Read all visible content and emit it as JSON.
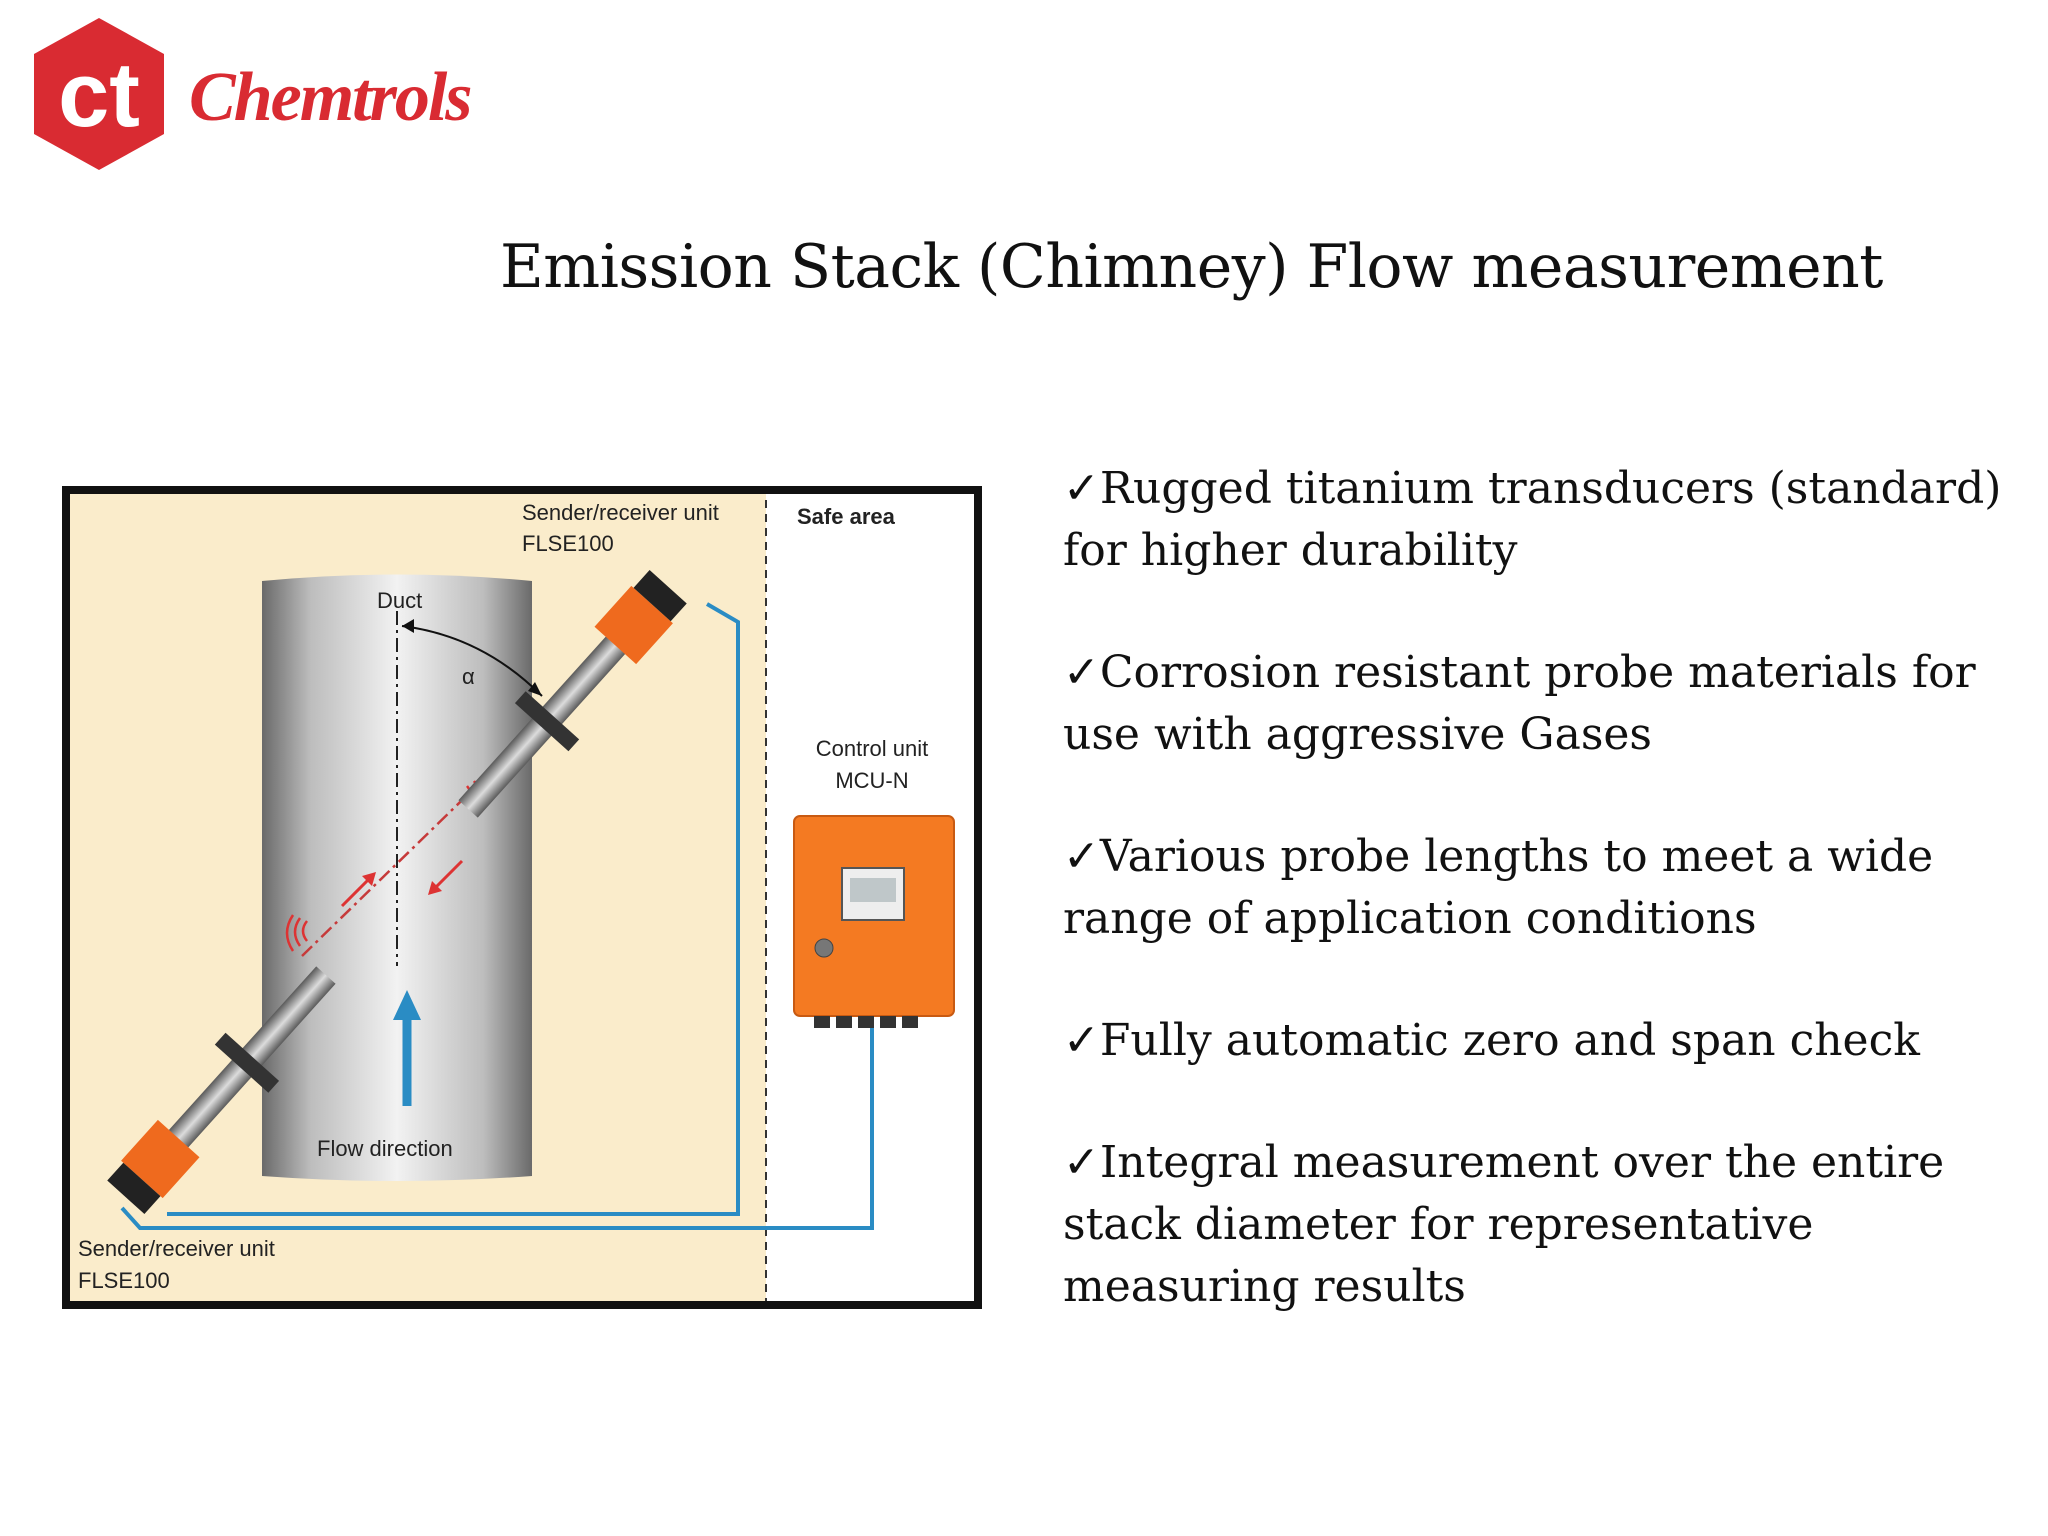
{
  "brand": {
    "name": "Chemtrols",
    "logo_glyph": "ct",
    "color": "#d92b32"
  },
  "slide": {
    "title": "Emission Stack (Chimney) Flow measurement"
  },
  "diagram": {
    "sender_top": [
      "Sender/receiver unit",
      "FLSE100"
    ],
    "safe_area": "Safe area",
    "duct": "Duct",
    "alpha": "α",
    "control_unit": [
      "Control unit",
      "MCU-N"
    ],
    "flow_direction": "Flow direction",
    "sender_bottom": [
      "Sender/receiver unit",
      "FLSE100"
    ],
    "colors": {
      "hazard_area": "#faeccb",
      "cable": "#2a8cc4",
      "probe_head": "#ef6a1e",
      "control_unit": "#f47a22",
      "border": "#111111"
    }
  },
  "features": [
    {
      "check": "✓",
      "text": "Rugged titanium transducers (standard) for higher durability"
    },
    {
      "check": "✓",
      "text": "Corrosion resistant probe materials for use with aggressive Gases"
    },
    {
      "check": "✓",
      "text": "Various probe lengths to meet a wide range of application conditions"
    },
    {
      "check": "✓",
      "text": "Fully automatic zero and span check"
    },
    {
      "check": "✓",
      "text": "Integral measurement over the entire stack diameter for representative measuring results"
    }
  ]
}
